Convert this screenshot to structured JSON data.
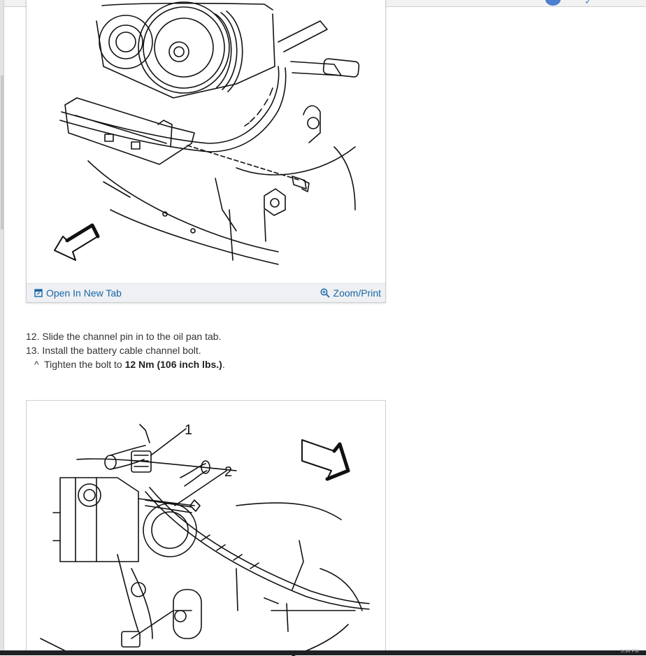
{
  "figure_1": {
    "open_tab_label": "Open In New Tab",
    "zoom_label": "Zoom/Print",
    "icons": [
      "open-in-new-tab-icon",
      "magnifier-plus-icon"
    ]
  },
  "steps": {
    "step_12": {
      "number": "12.",
      "text": "Slide the channel pin in to the oil pan tab."
    },
    "step_13": {
      "number": "13.",
      "text": "Install the battery cable channel bolt."
    },
    "step_13_sub": {
      "bullet": "^",
      "text_before": "Tighten the bolt to",
      "bold": "12 Nm (106 inch lbs.)",
      "text_after": "."
    }
  },
  "figure_2": {
    "callouts": [
      "1",
      "2"
    ]
  },
  "taskbar": {
    "clock": "5:34 PM"
  },
  "colors": {
    "link": "#1a66a8",
    "figure_bar": "#eef0f3",
    "taskbar": "#1e2124"
  }
}
